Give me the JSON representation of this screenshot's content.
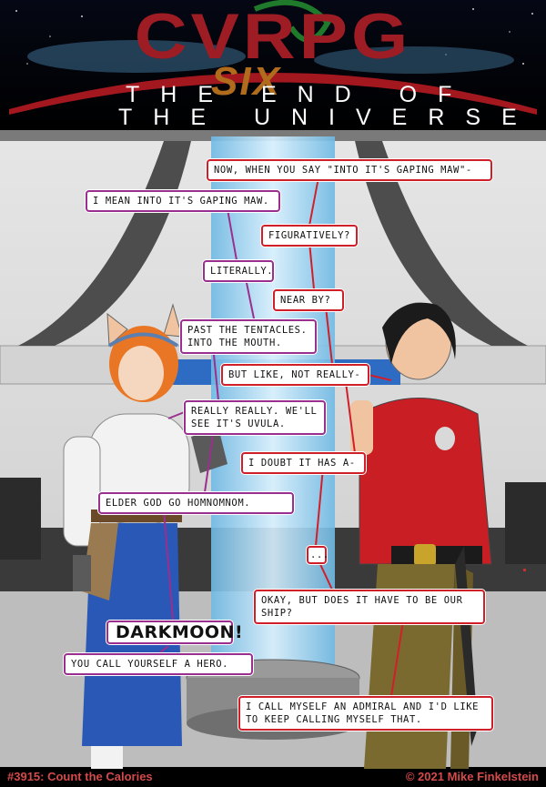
{
  "header": {
    "title": "CVRPG",
    "series": "SIX",
    "subtitle_line1": "THE END OF",
    "subtitle_line2": "THE UNIVERSE"
  },
  "dialogue": [
    {
      "speaker": "admiral",
      "text": "Now, when you say \"into it's gaping maw\"-"
    },
    {
      "speaker": "cat",
      "text": "I mean into it's gaping maw."
    },
    {
      "speaker": "admiral",
      "text": "Figuratively?"
    },
    {
      "speaker": "cat",
      "text": "Literally."
    },
    {
      "speaker": "admiral",
      "text": "Near by?"
    },
    {
      "speaker": "cat",
      "text": "Past the tentacles. Into the mouth."
    },
    {
      "speaker": "admiral",
      "text": "But like, not really-"
    },
    {
      "speaker": "cat",
      "text": "Really really. We'll see it's uvula."
    },
    {
      "speaker": "admiral",
      "text": "I doubt it has a-"
    },
    {
      "speaker": "cat",
      "text": "Elder god go homnomnom."
    },
    {
      "speaker": "admiral",
      "text": "..."
    },
    {
      "speaker": "admiral",
      "text": "Okay, but does it have to be our ship?"
    },
    {
      "speaker": "cat",
      "text": "DARKMOON!"
    },
    {
      "speaker": "cat",
      "text": "You call yourself a hero."
    },
    {
      "speaker": "admiral",
      "text": "I call myself an admiral and I'd like to keep calling myself that."
    }
  ],
  "footer": {
    "episode": "#3915: Count the Calories",
    "copyright": "© 2021 Mike Finkelstein"
  },
  "colors": {
    "admiral_border": "#d11f2a",
    "cat_border": "#9b2f8f",
    "title_red": "#9e1c24",
    "six_orange": "#b06b1c",
    "footer_text": "#d34a4a"
  }
}
